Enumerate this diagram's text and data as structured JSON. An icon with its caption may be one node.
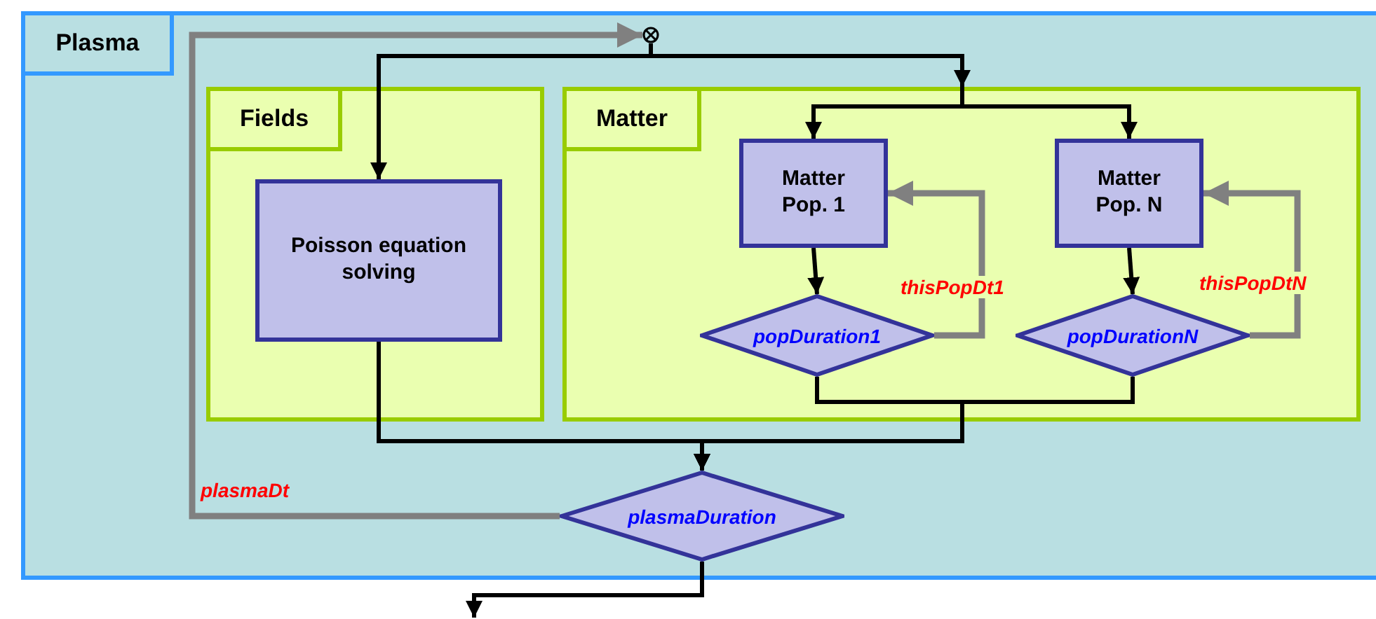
{
  "diagram": {
    "nodes": [
      {
        "text": [
          "Plasma"
        ]
      },
      {
        "text": [
          "Fields"
        ],
        "in": 0
      },
      {
        "text": [
          "Poisson equation solving"
        ],
        "in": 1
      },
      {
        "text": [
          "Matter"
        ],
        "in": 0
      },
      {
        "text": [
          "Matter Pop. 1"
        ],
        "in": 3
      },
      {
        "text": [
          "popDuration1"
        ],
        "in": 3
      },
      {
        "text": [
          "Matter Pop. N"
        ],
        "in": 3
      },
      {
        "text": [
          "popDurationN"
        ],
        "in": 3
      },
      {
        "text": [
          "plasmaDuration"
        ],
        "in": 0
      },
      {
        "text": [],
        "shape": "circle",
        "in": 0
      }
    ],
    "edges": [
      {
        "from": 8,
        "to": 9,
        "arrow": "to",
        "label": "plasmaDt",
        "color": "#808080"
      },
      {
        "from": 9,
        "to": 2,
        "arrow": "to"
      },
      {
        "from": 9,
        "to": 4,
        "arrow": "to"
      },
      {
        "from": 9,
        "to": 6,
        "arrow": "to"
      },
      {
        "from": 4,
        "to": 5,
        "arrow": "to"
      },
      {
        "from": 5,
        "to": 4,
        "arrow": "to",
        "label": "thisPopDt1",
        "color": "#808080"
      },
      {
        "from": 6,
        "to": 7,
        "arrow": "to"
      },
      {
        "from": 7,
        "to": 6,
        "arrow": "to",
        "label": "thisPopDtN",
        "color": "#808080"
      },
      {
        "from": 2,
        "to": 8,
        "arrow": "to"
      },
      {
        "from": 5,
        "to": 8,
        "arrow": "to"
      },
      {
        "from": 7,
        "to": 8,
        "arrow": "to"
      },
      {
        "from": 8,
        "to": null,
        "arrow": "to"
      }
    ]
  }
}
